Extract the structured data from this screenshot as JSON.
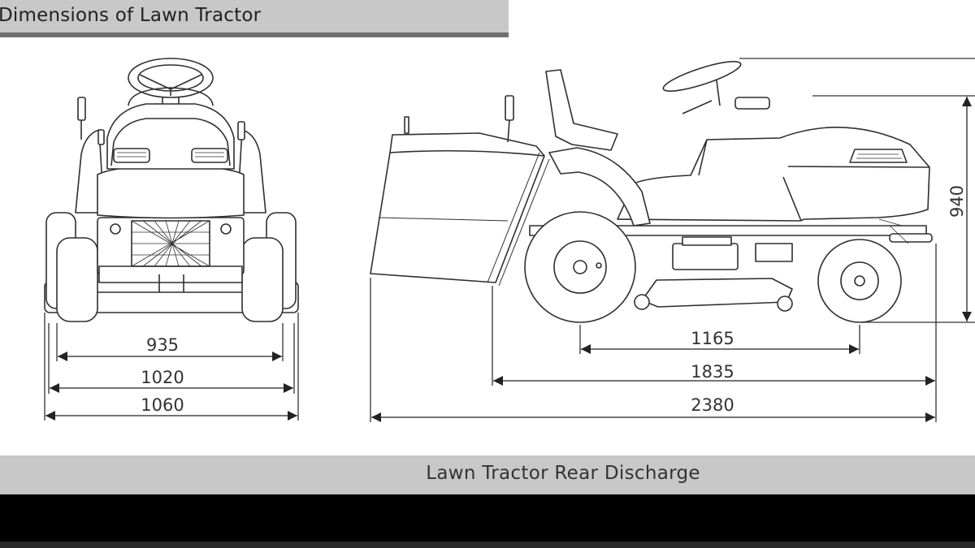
{
  "header": {
    "title": "Dimensions of Lawn Tractor"
  },
  "front_view": {
    "dimensions": {
      "track_width": "935",
      "body_width": "1020",
      "overall_width": "1060"
    }
  },
  "side_view": {
    "dimensions": {
      "wheelbase": "1165",
      "length_without_collector": "1835",
      "overall_length": "2380",
      "height": "940"
    }
  },
  "caption": {
    "text": "Lawn Tractor Rear Discharge"
  },
  "colors": {
    "header_bg": "#c8c8c8",
    "header_rule": "#6e6e6e",
    "line": "#2f2f2f",
    "footer": "#000000"
  }
}
